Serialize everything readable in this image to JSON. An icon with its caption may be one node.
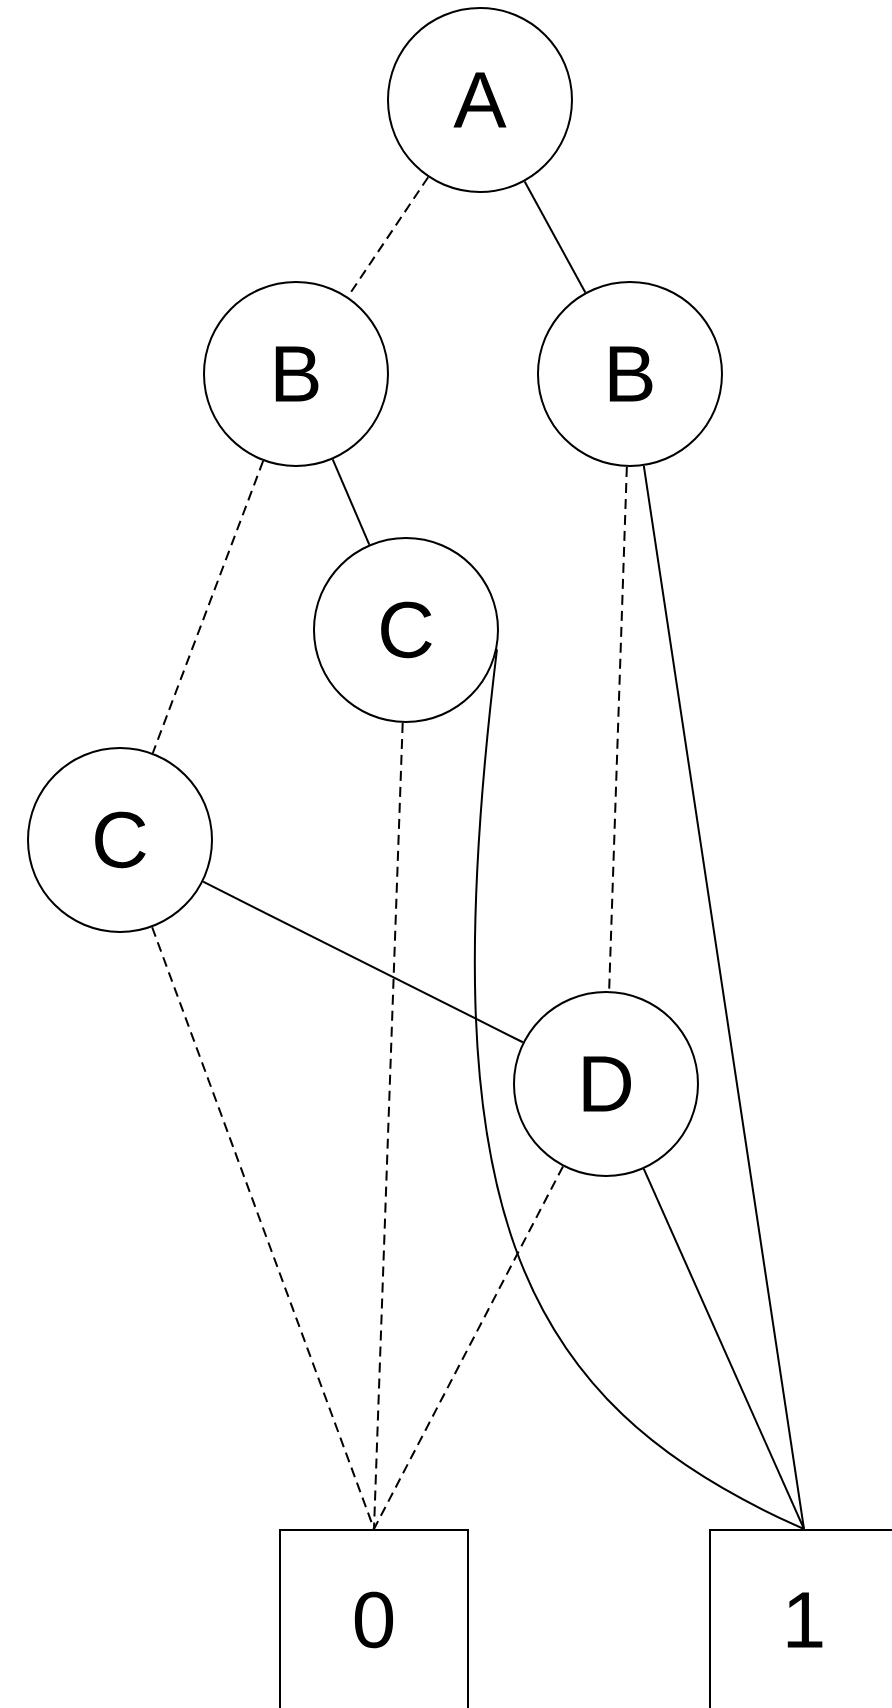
{
  "diagram": {
    "nodes": [
      {
        "text": [
          "A"
        ]
      },
      {
        "text": [
          "B"
        ]
      },
      {
        "text": [
          "B"
        ]
      },
      {
        "text": [
          "C"
        ]
      },
      {
        "text": [
          "C"
        ]
      },
      {
        "text": [
          "D"
        ]
      },
      {
        "text": [
          "0"
        ]
      },
      {
        "text": [
          "1"
        ]
      }
    ],
    "edges": [
      {
        "from": 0,
        "to": 1,
        "arrow": "none",
        "style": "dashed"
      },
      {
        "from": 0,
        "to": 2,
        "arrow": "none"
      },
      {
        "from": 1,
        "to": 4,
        "arrow": "none",
        "style": "dashed"
      },
      {
        "from": 1,
        "to": 3,
        "arrow": "none"
      },
      {
        "from": 2,
        "to": 5,
        "arrow": "none",
        "style": "dashed"
      },
      {
        "from": 2,
        "to": 7,
        "arrow": "none"
      },
      {
        "from": 3,
        "to": 6,
        "arrow": "none",
        "style": "dashed"
      },
      {
        "from": 3,
        "to": 7,
        "arrow": "none"
      },
      {
        "from": 4,
        "to": 5,
        "arrow": "none"
      },
      {
        "from": 4,
        "to": 6,
        "arrow": "none",
        "style": "dashed"
      },
      {
        "from": 5,
        "to": 6,
        "arrow": "none",
        "style": "dashed"
      },
      {
        "from": 5,
        "to": 7,
        "arrow": "none"
      }
    ]
  }
}
